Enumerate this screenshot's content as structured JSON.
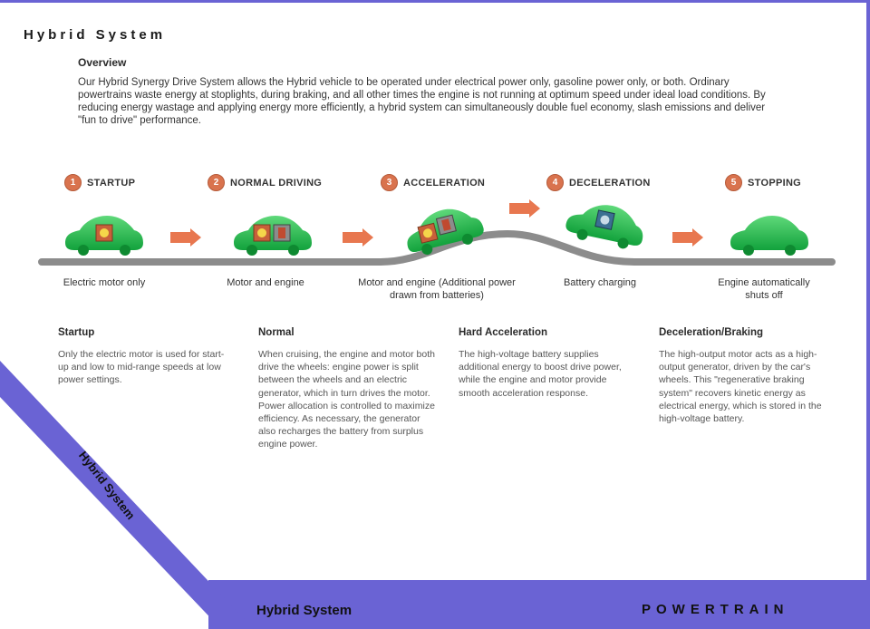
{
  "title": "Hybrid System",
  "overview": {
    "heading": "Overview",
    "text": "Our Hybrid Synergy Drive System allows the Hybrid vehicle to be operated under electrical power only, gasoline power only, or both. Ordinary powertrains waste energy at stoplights, during braking, and all other times the engine is not running at optimum speed under ideal load conditions. By reducing energy wastage and applying energy more efficiently, a hybrid system can simultaneously double fuel economy, slash emissions and deliver \"fun to drive\" performance."
  },
  "steps": [
    {
      "num": "1",
      "label": "STARTUP",
      "caption": "Electric motor only"
    },
    {
      "num": "2",
      "label": "NORMAL DRIVING",
      "caption": "Motor and engine"
    },
    {
      "num": "3",
      "label": "ACCELERATION",
      "caption": "Motor and engine (Additional power drawn from batteries)"
    },
    {
      "num": "4",
      "label": "DECELERATION",
      "caption": "Battery charging"
    },
    {
      "num": "5",
      "label": "STOPPING",
      "caption": "Engine automatically shuts off"
    }
  ],
  "columns": [
    {
      "heading": "Startup",
      "text": "Only the electric motor is used for start-up and low to mid-range speeds at low power settings."
    },
    {
      "heading": "Normal",
      "text": "When cruising, the engine and motor both drive the wheels: engine power is split between the wheels and an electric generator, which in turn drives the motor. Power allocation is controlled to maximize efficiency. As necessary, the generator also recharges the battery from surplus engine power."
    },
    {
      "heading": "Hard Acceleration",
      "text": "The high-voltage battery supplies additional energy to boost drive power, while the engine and motor provide smooth acceleration response."
    },
    {
      "heading": "Deceleration/Braking",
      "text": "The high-output motor acts as a high-output generator, driven by the car's wheels. This \"regenerative braking system\" recovers kinetic energy as electrical energy, which is stored in the high-voltage battery."
    }
  ],
  "side_label": "Hybrid System",
  "bottom_title": "Hybrid System",
  "bottom_right": "POWERTRAIN",
  "colors": {
    "frame": "#6a63d4",
    "car": "#1fb54a",
    "arrow": "#e8774f",
    "step_badge": "#d9734e",
    "road": "#8c8c8c"
  }
}
